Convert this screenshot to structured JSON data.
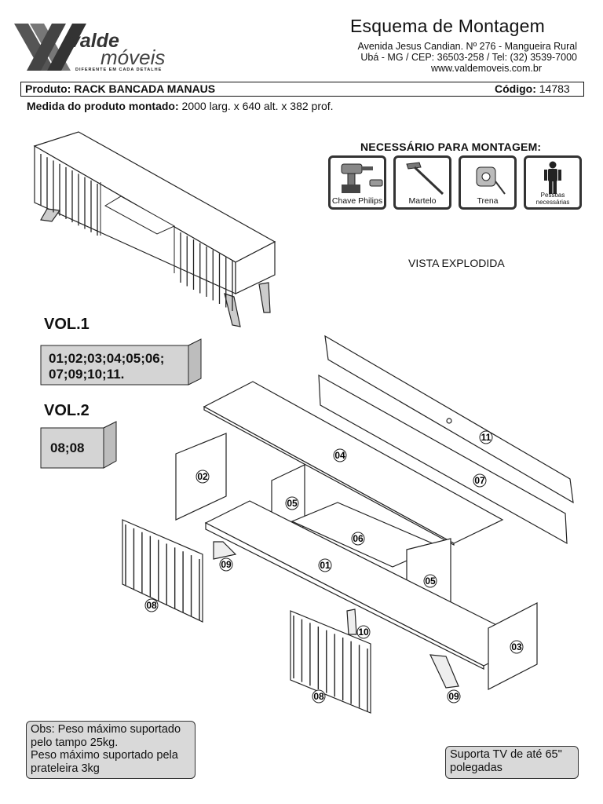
{
  "logo": {
    "brand_top": "valde",
    "brand_bottom": "móveis",
    "tagline": "DIFERENTE EM CADA DETALHE"
  },
  "header": {
    "title": "Esquema de Montagem",
    "address": "Avenida Jesus Candian. Nº 276 - Mangueira Rural",
    "city": "Ubá - MG / CEP: 36503-258 / Tel: (32) 3539-7000",
    "website": "www.valdemoveis.com.br"
  },
  "product": {
    "label": "Produto:",
    "name": "RACK BANCADA MANAUS",
    "code_label": "Código:",
    "code": "14783"
  },
  "dimensions": {
    "label": "Medida do produto montado:",
    "value": "2000 larg. x 640 alt. x 382 prof."
  },
  "tools": {
    "title": "NECESSÁRIO PARA MONTAGEM:",
    "items": [
      {
        "label": "Chave Philips",
        "icon": "drill-icon"
      },
      {
        "label": "Martelo",
        "icon": "hammer-icon"
      },
      {
        "label": "Trena",
        "icon": "tape-measure-icon"
      },
      {
        "label": "Pessoas necessárias",
        "icon": "person-icon"
      }
    ]
  },
  "exploded_view_label": "VISTA EXPLODIDA",
  "volumes": [
    {
      "title": "VOL.1",
      "parts_line1": "01;02;03;04;05;06;",
      "parts_line2": "07;09;10;11."
    },
    {
      "title": "VOL.2",
      "parts_line1": "08;08"
    }
  ],
  "parts": [
    "01",
    "02",
    "03",
    "04",
    "05",
    "05",
    "06",
    "07",
    "08",
    "08",
    "09",
    "09",
    "10",
    "11"
  ],
  "notes": {
    "weight": [
      "Obs: Peso máximo suportado",
      "pelo tampo 25kg.",
      "Peso máximo suportado pela",
      "prateleira 3kg"
    ],
    "tv": [
      "Suporta TV de até 65\"",
      "polegadas"
    ]
  }
}
